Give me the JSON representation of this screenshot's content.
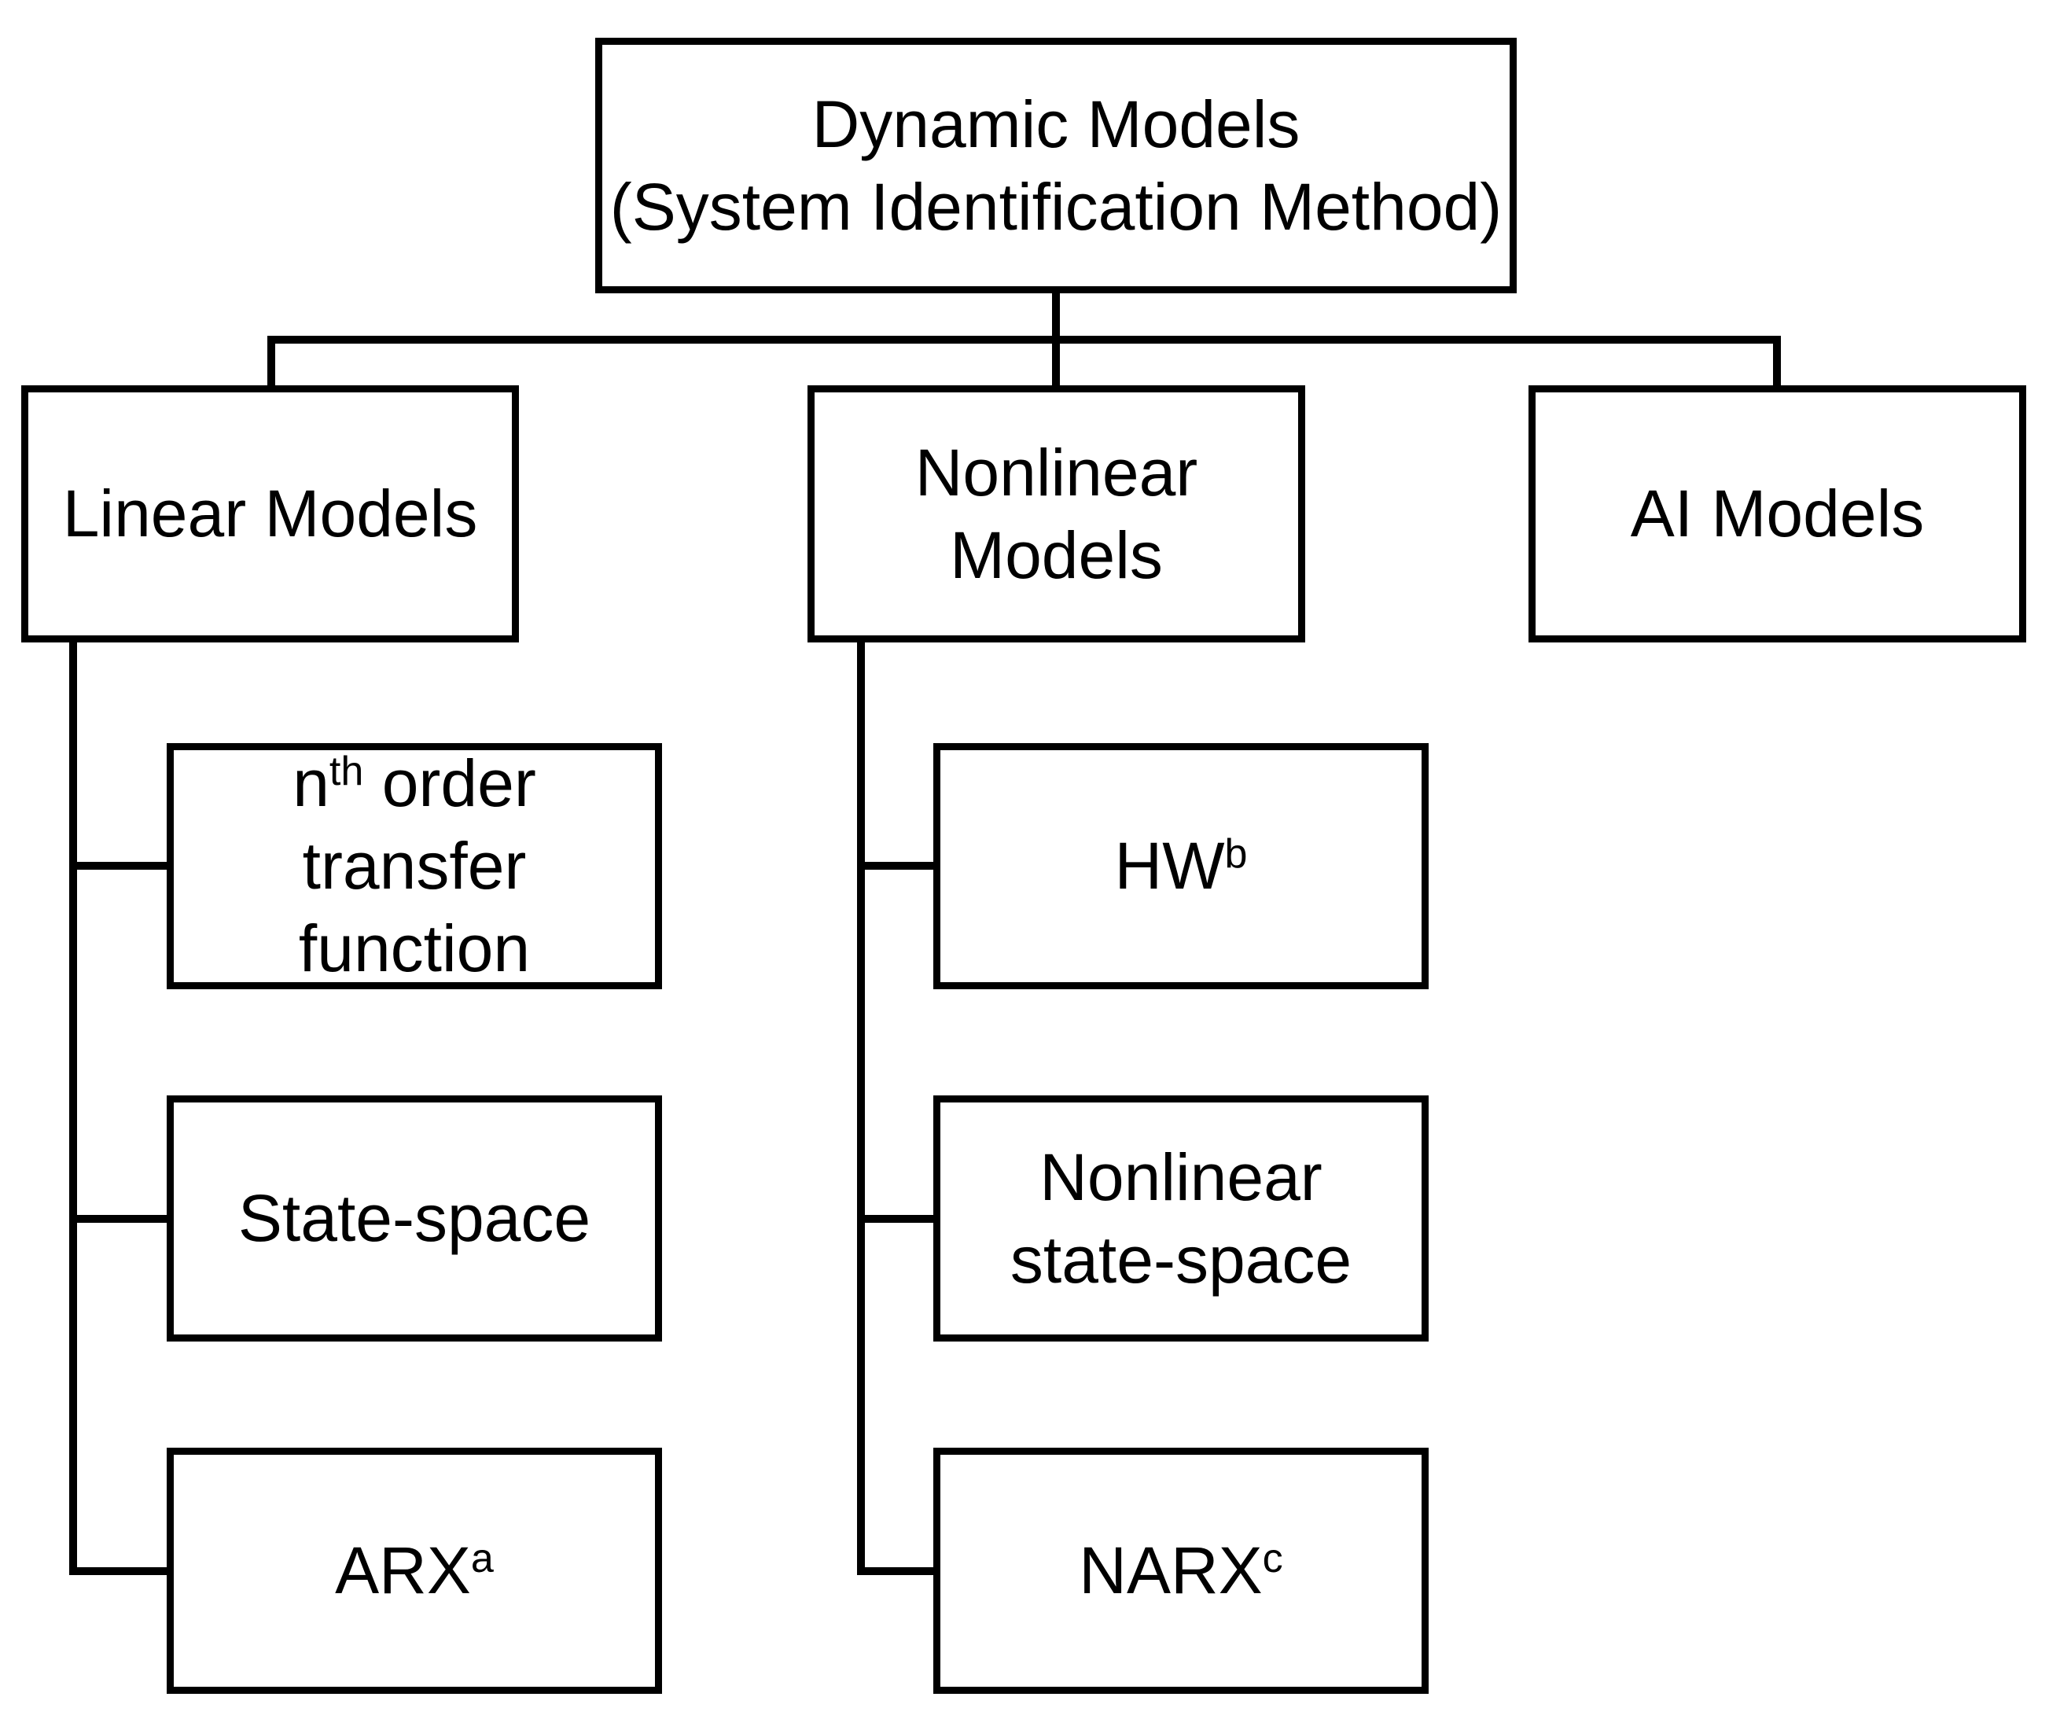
{
  "diagram": {
    "type": "hierarchy-flowchart",
    "colors": {
      "line": "#000000",
      "background": "#ffffff",
      "text": "#000000"
    },
    "nodes": {
      "root": {
        "line1": "Dynamic Models",
        "line2": "(System Identification Method)"
      },
      "linear": {
        "label": "Linear Models"
      },
      "nonlinear": {
        "line1": "Nonlinear",
        "line2": "Models"
      },
      "ai": {
        "label": "AI Models"
      },
      "nth_order": {
        "pre": "n",
        "sup": "th",
        "post": " order transfer",
        "line2": "function"
      },
      "state_space": {
        "label": "State-space"
      },
      "arx": {
        "base": "ARX",
        "sup": "a"
      },
      "hw": {
        "base": "HW",
        "sup": "b"
      },
      "nonlinear_state_space": {
        "line1": "Nonlinear",
        "line2": "state-space"
      },
      "narx": {
        "base": "NARX",
        "sup": "c"
      }
    },
    "edges": [
      {
        "from": "root",
        "to": "linear"
      },
      {
        "from": "root",
        "to": "nonlinear"
      },
      {
        "from": "root",
        "to": "ai"
      },
      {
        "from": "linear",
        "to": "nth_order"
      },
      {
        "from": "linear",
        "to": "state_space"
      },
      {
        "from": "linear",
        "to": "arx"
      },
      {
        "from": "nonlinear",
        "to": "hw"
      },
      {
        "from": "nonlinear",
        "to": "nonlinear_state_space"
      },
      {
        "from": "nonlinear",
        "to": "narx"
      }
    ]
  }
}
